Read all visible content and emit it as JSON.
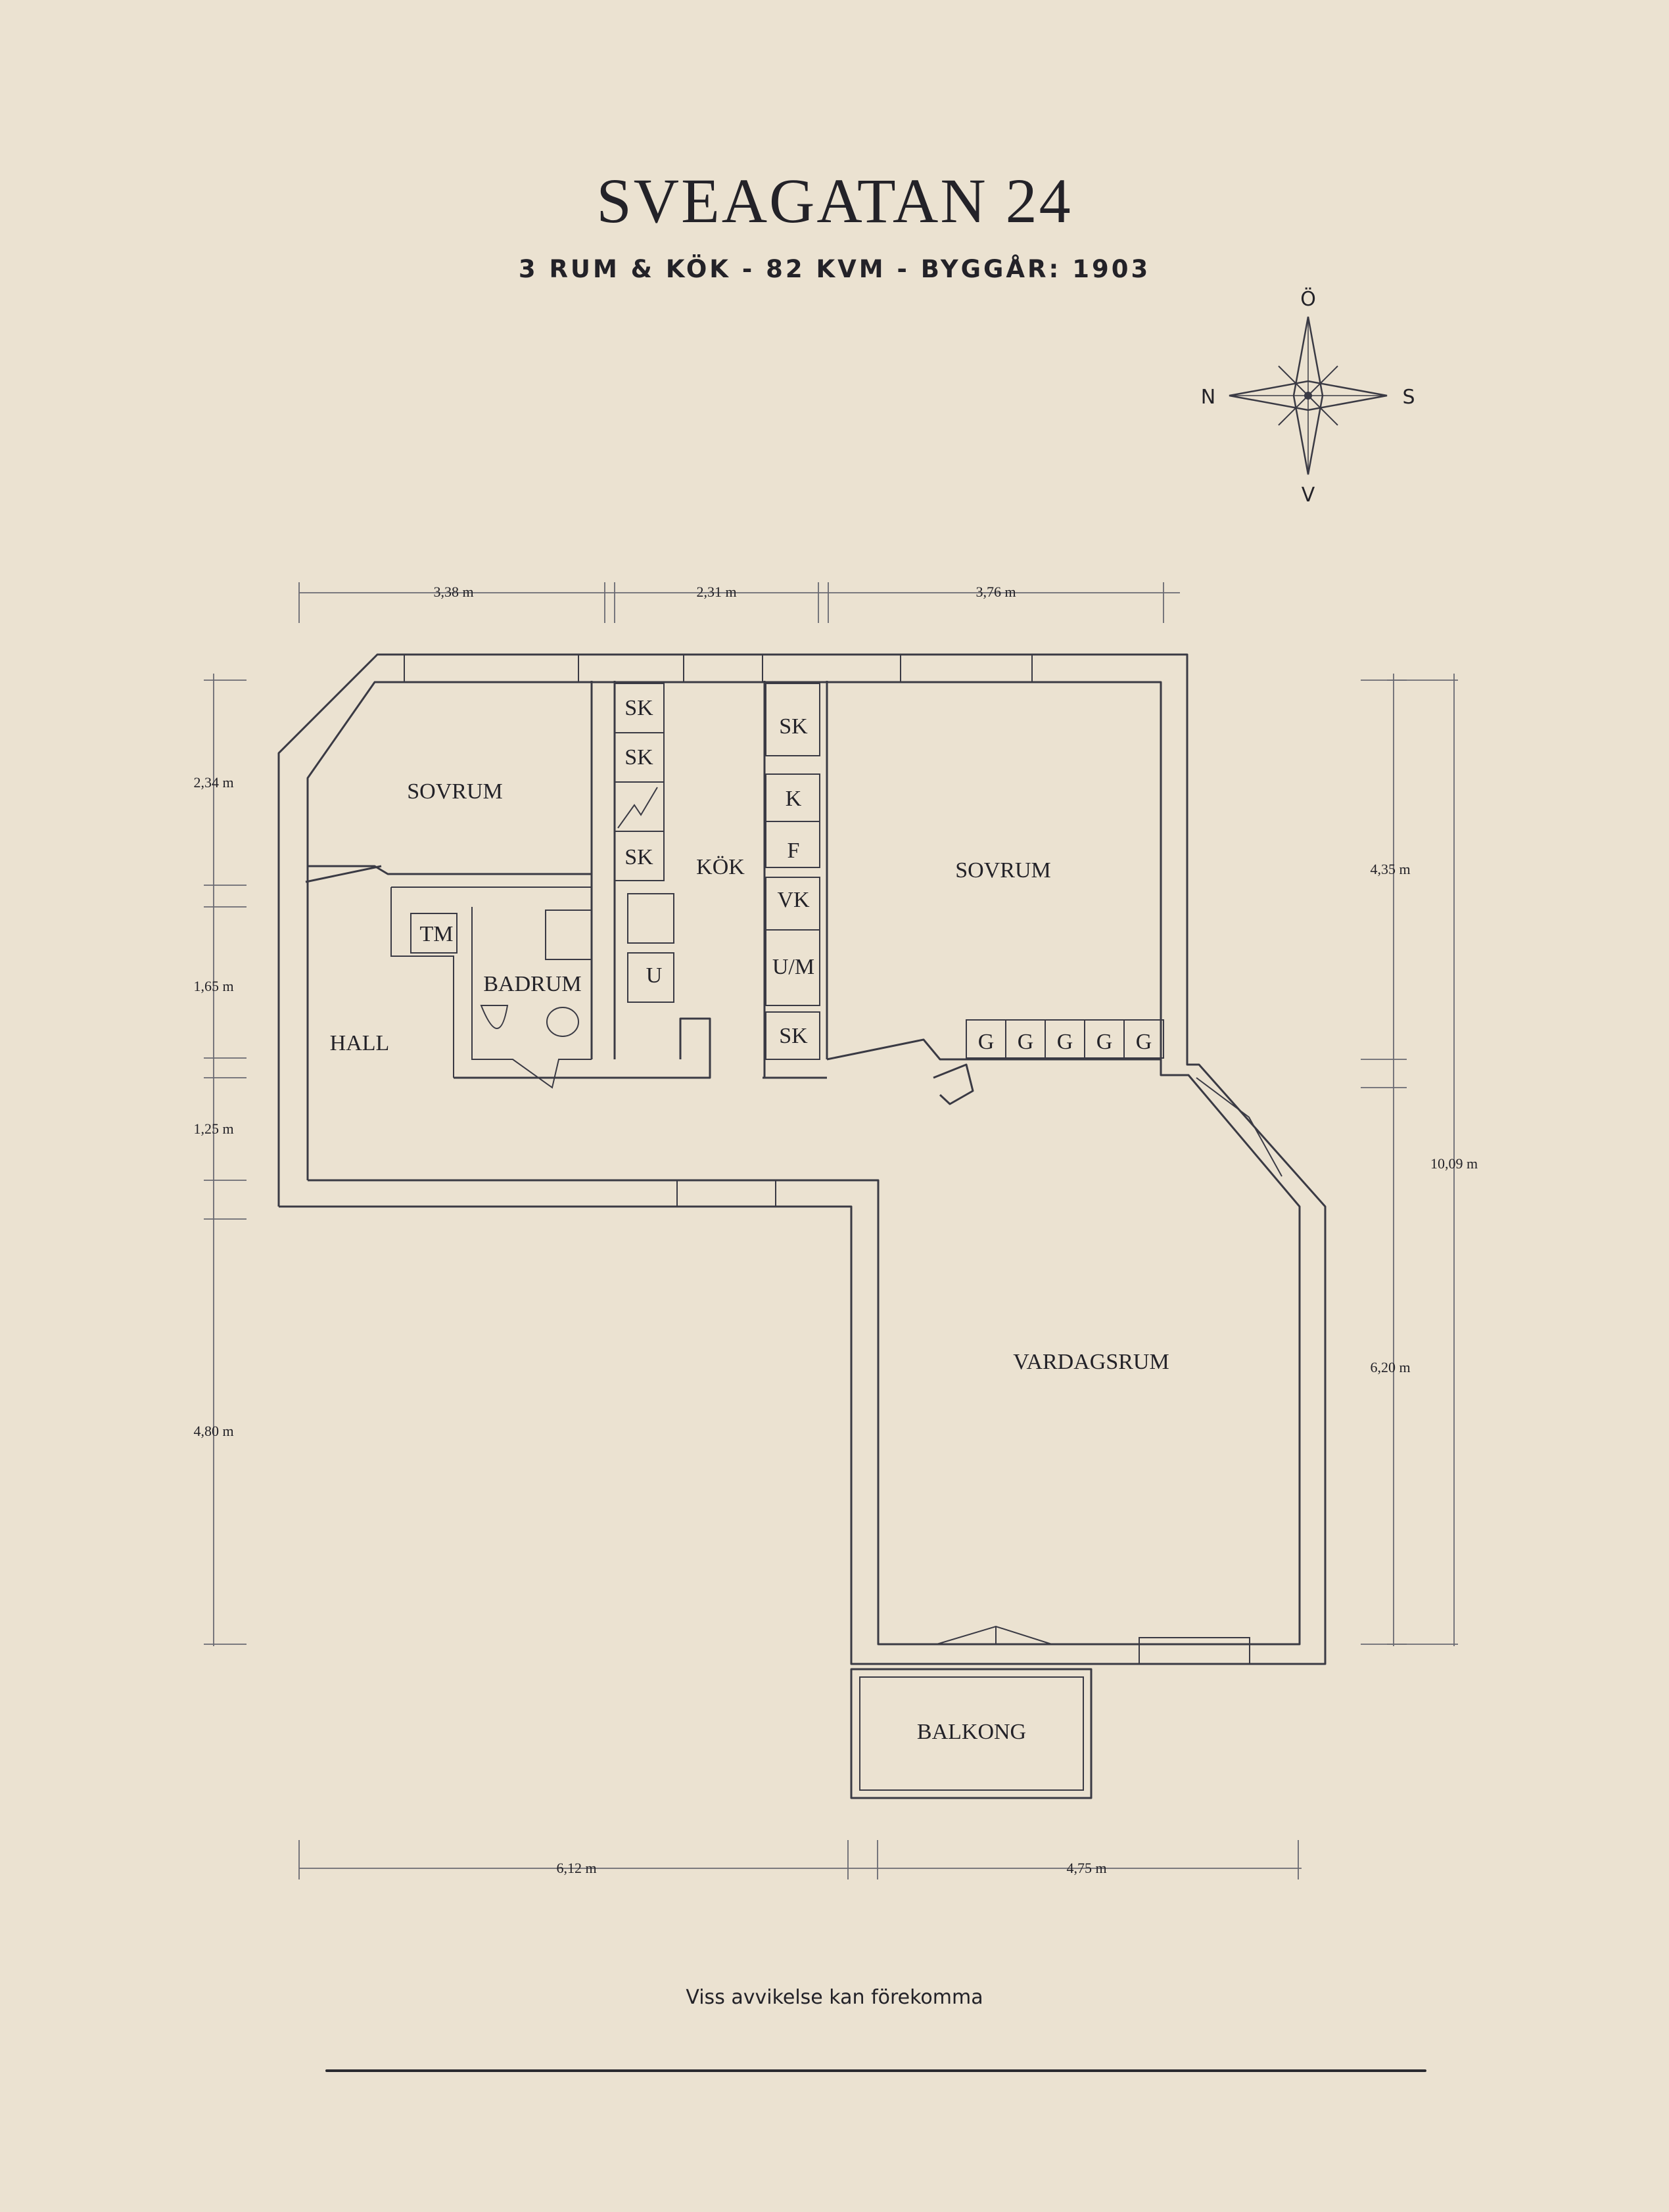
{
  "header": {
    "title": "SVEAGATAN 24",
    "subtitle": "3 RUM & KÖK  -  82 KVM  -  BYGGÅR: 1903"
  },
  "compass": {
    "north": "Ö",
    "west": "N",
    "east": "S",
    "south": "V"
  },
  "rooms": {
    "sovrum_1": "SOVRUM",
    "sovrum_2": "SOVRUM",
    "kok": "KÖK",
    "badrum": "BADRUM",
    "hall": "HALL",
    "vardagsrum": "VARDAGSRUM",
    "balkong": "BALKONG"
  },
  "fixtures": {
    "tm": "TM",
    "u": "U",
    "left_cabinets": [
      "SK",
      "SK",
      "SK"
    ],
    "right_column": [
      "SK",
      "K",
      "F",
      "VK",
      "U/M",
      "SK"
    ],
    "wardrobes": [
      "G",
      "G",
      "G",
      "G",
      "G"
    ]
  },
  "dimensions": {
    "top": [
      "3,38 m",
      "2,31 m",
      "3,76 m"
    ],
    "bottom": [
      "6,12 m",
      "4,75 m"
    ],
    "left": [
      "2,34 m",
      "1,65 m",
      "1,25 m",
      "4,80 m"
    ],
    "right": [
      "4,35 m",
      "6,20 m"
    ],
    "right_total": "10,09 m"
  },
  "footer": {
    "disclaimer": "Viss avvikelse kan förekomma"
  }
}
